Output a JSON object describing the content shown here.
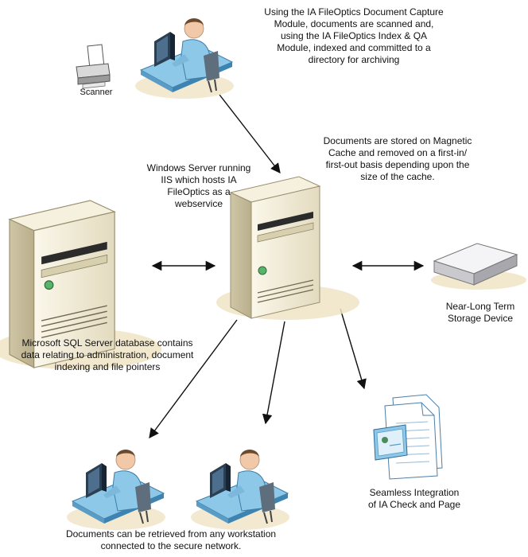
{
  "labels": {
    "capture_note": [
      "Using the IA FileOptics Document Capture",
      "Module, documents are scanned and,",
      "using the IA FileOptics Index & QA",
      "Module, indexed and committed to a",
      "directory for archiving"
    ],
    "scanner": "Scanner",
    "server_note": [
      "Windows Server running",
      "IIS which hosts IA",
      "FileOptics as a",
      "webservice"
    ],
    "cache_note": [
      "Documents are stored on Magnetic",
      "Cache and removed on a first-in/",
      "first-out basis depending upon the",
      "size of the cache."
    ],
    "sql_note": [
      "Microsoft SQL Server database contains",
      "data relating to administration, document",
      "indexing and file pointers"
    ],
    "storage_note": [
      "Near-Long Term",
      "Storage Device"
    ],
    "integration_note": [
      "Seamless Integration",
      "of IA Check and Page"
    ],
    "retrieval_note": [
      "Documents can be retrieved from any workstation",
      "connected to the secure network."
    ]
  },
  "colors": {
    "workstation_blue": "#8ec8e8",
    "server_body": "#e9e2c9",
    "shadow": "#efe4c4",
    "person_skin": "#f2c9a8",
    "status_light": "#59b36b"
  }
}
